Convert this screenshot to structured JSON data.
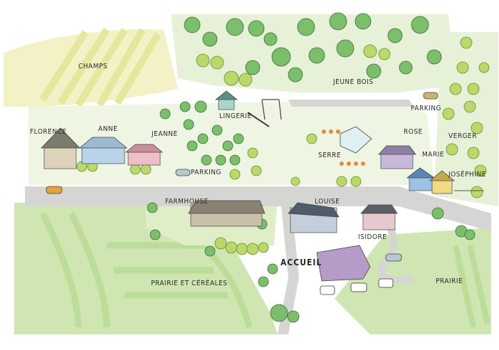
{
  "map": {
    "colors": {
      "field_light": "#f3f2c6",
      "field_green": "#cfe6b2",
      "meadow": "#e4f0cf",
      "road": "#d5d6d4",
      "tree_leaf": "#7cbf6a",
      "tree_light": "#b9d96a",
      "building_roof": "#5b6b7a",
      "accent_pink": "#e2a3b0",
      "accent_blue": "#b9d3ea"
    },
    "labels": {
      "champs": "CHAMPS",
      "jeune_bois": "JEUNE BOIS",
      "parking_top": "PARKING",
      "verger": "VERGER",
      "florence": "FLORENCE",
      "anne": "ANNE",
      "jeanne": "JEANNE",
      "lingerie": "LINGERIE",
      "parking_mid": "PARKING",
      "serre": "SERRE",
      "rose": "ROSE",
      "marie": "MARIE",
      "josephine": "JOSÉPHINE",
      "farmhouse": "FARMHOUSE",
      "louise": "LOUISE",
      "isidore": "ISIDORE",
      "accueil": "ACCUEIL",
      "prairie_cereales": "PRAIRIE ET CÉRÉALES",
      "prairie": "PRAIRIE"
    }
  }
}
